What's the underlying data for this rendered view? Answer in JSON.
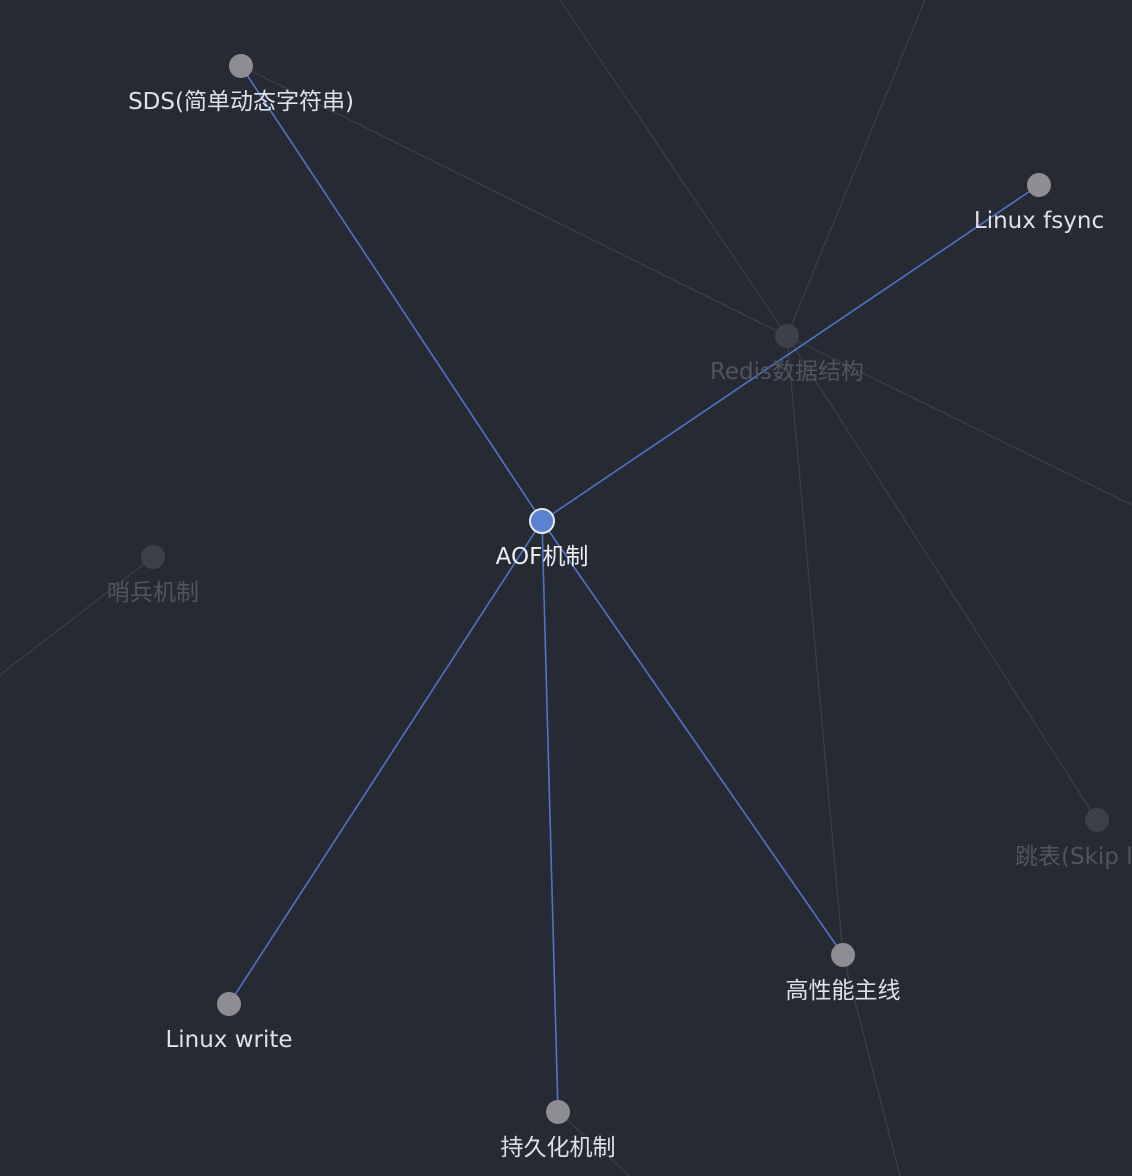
{
  "graph": {
    "colors": {
      "background": "#262a33",
      "highlight_edge": "#4f74c4",
      "focused_node": "#5a82d0",
      "node": "#8e8e92",
      "dim_node": "#3d4049"
    },
    "focused_node": "AOF机制",
    "nodes": [
      {
        "id": "aof",
        "label": "AOF机制",
        "state": "focused"
      },
      {
        "id": "sds",
        "label": "SDS(简单动态字符串)",
        "state": "linked"
      },
      {
        "id": "fsync",
        "label": "Linux fsync",
        "state": "linked"
      },
      {
        "id": "redis-ds",
        "label": "Redis数据结构",
        "state": "dimmed"
      },
      {
        "id": "sentinel",
        "label": "哨兵机制",
        "state": "dimmed"
      },
      {
        "id": "skiplist",
        "label": "跳表(Skip l",
        "state": "dimmed"
      },
      {
        "id": "main-thread",
        "label": "高性能主线",
        "state": "linked"
      },
      {
        "id": "write",
        "label": "Linux write",
        "state": "linked"
      },
      {
        "id": "persistence",
        "label": "持久化机制",
        "state": "linked"
      }
    ],
    "links": [
      {
        "from": "aof",
        "to": "sds"
      },
      {
        "from": "aof",
        "to": "fsync"
      },
      {
        "from": "aof",
        "to": "write"
      },
      {
        "from": "aof",
        "to": "persistence"
      },
      {
        "from": "aof",
        "to": "main-thread"
      },
      {
        "from": "redis-ds",
        "to": "sds"
      },
      {
        "from": "redis-ds",
        "to": "skiplist"
      },
      {
        "from": "redis-ds",
        "to": "main-thread"
      }
    ]
  }
}
